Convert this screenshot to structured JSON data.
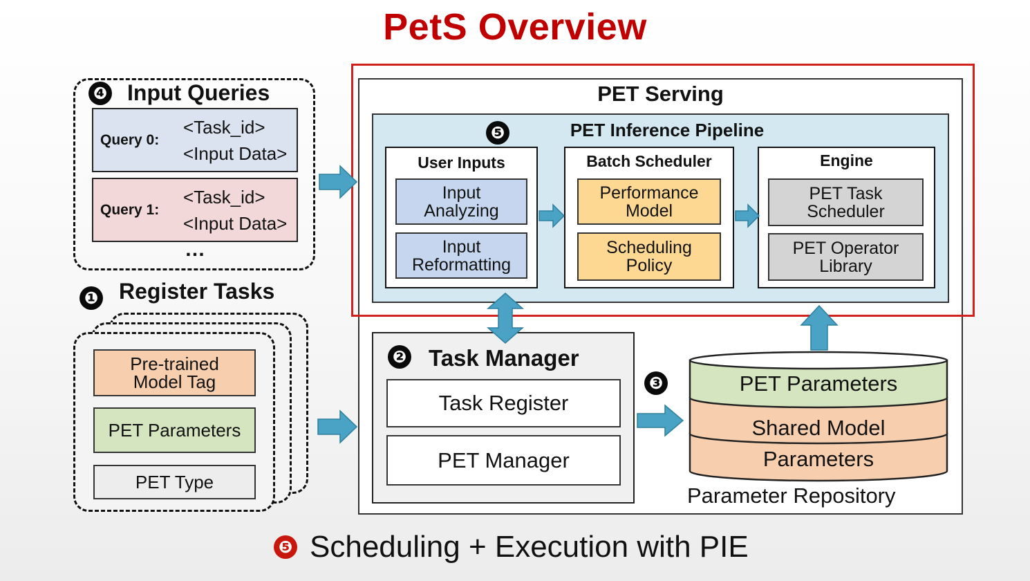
{
  "title": "PetS Overview",
  "input_queries": {
    "badge": "❹",
    "heading": "Input Queries",
    "queries": [
      {
        "label": "Query 0:",
        "line1": "<Task_id>",
        "line2": "<Input Data>",
        "color": "#dbe3f1"
      },
      {
        "label": "Query 1:",
        "line1": "<Task_id>",
        "line2": "<Input Data>",
        "color": "#f2d8d8"
      }
    ],
    "ellipsis": "…"
  },
  "register_tasks": {
    "badge": "❶",
    "heading": "Register Tasks",
    "items": [
      "Pre-trained Model Tag",
      "PET Parameters",
      "PET Type"
    ]
  },
  "pet_serving": {
    "heading": "PET Serving",
    "pipeline": {
      "badge": "❺",
      "heading": "PET Inference Pipeline",
      "user_inputs": {
        "heading": "User Inputs",
        "items": [
          "Input Analyzing",
          "Input Reformatting"
        ]
      },
      "batch_scheduler": {
        "heading": "Batch Scheduler",
        "items": [
          "Performance Model",
          "Scheduling Policy"
        ]
      },
      "engine": {
        "heading": "Engine",
        "items": [
          "PET Task Scheduler",
          "PET Operator Library"
        ]
      }
    },
    "task_manager": {
      "badge": "❷",
      "heading": "Task Manager",
      "items": [
        "Task Register",
        "PET Manager"
      ]
    },
    "repository": {
      "badge": "❸",
      "layers": [
        "PET Parameters",
        "Shared Model",
        "Parameters"
      ],
      "caption": "Parameter Repository"
    }
  },
  "footer": {
    "badge": "❺",
    "text": "Scheduling + Execution with PIE"
  },
  "colors": {
    "accent_red": "#c00000",
    "arrow_teal": "#4aa3c4",
    "pipeline_bg": "#d3e8f1"
  }
}
